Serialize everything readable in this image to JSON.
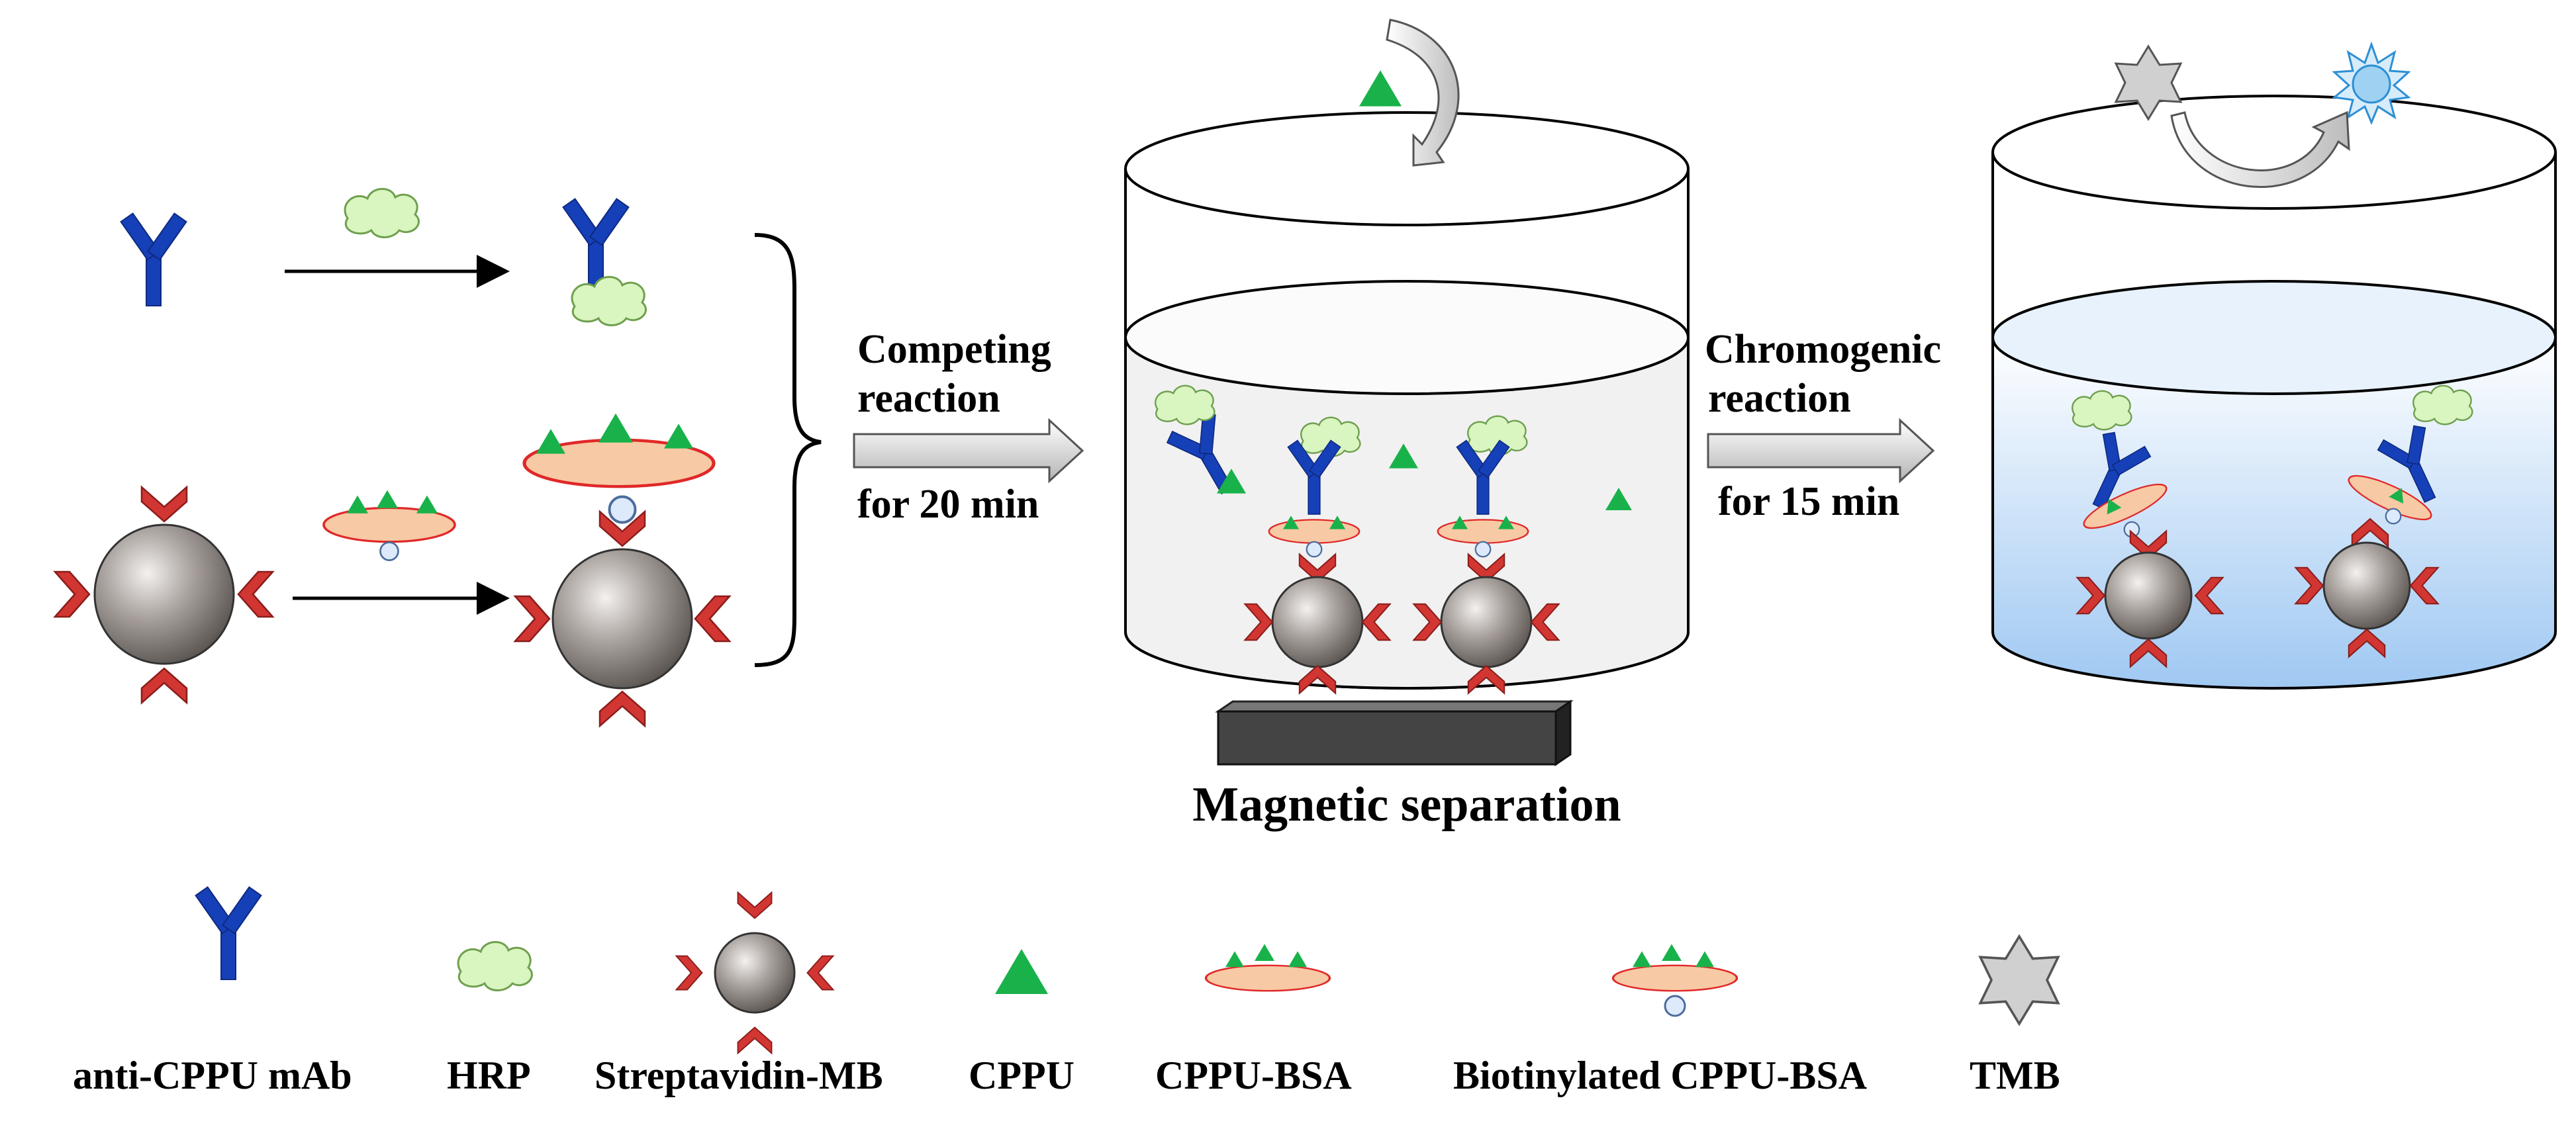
{
  "colors": {
    "antibody": "#1640b8",
    "hrp_fill": "#d9f5c0",
    "hrp_stroke": "#6fa04f",
    "streptavidin": "#d23632",
    "bead": "#8c8480",
    "cppu": "#19b24a",
    "bsa_fill": "#f7c9a4",
    "bsa_stroke": "#e02828",
    "biotin": "#dceafc",
    "magnet": "#444444",
    "tmb": "#cccccc",
    "tmb_oxidized": "#38a7e0",
    "solution_blue": "#9fc8f2",
    "solution_gray": "#f1f1f1"
  },
  "labels": {
    "competing_1": "Competing",
    "competing_2": "reaction",
    "competing_3": "for 20 min",
    "chromogenic_1": "Chromogenic",
    "chromogenic_2": "reaction",
    "chromogenic_3": "for 15 min",
    "magnetic": "Magnetic separation"
  },
  "legend": [
    {
      "label": "anti-CPPU mAb",
      "icon": "antibody-icon"
    },
    {
      "label": "HRP",
      "icon": "hrp-icon"
    },
    {
      "label": "Streptavidin-MB",
      "icon": "streptavidin-bead-icon"
    },
    {
      "label": "CPPU",
      "icon": "cppu-triangle-icon"
    },
    {
      "label": "CPPU-BSA",
      "icon": "cppu-bsa-icon"
    },
    {
      "label": "Biotinylated CPPU-BSA",
      "icon": "biotinylated-cppu-bsa-icon"
    },
    {
      "label": "TMB",
      "icon": "tmb-star-icon"
    }
  ]
}
